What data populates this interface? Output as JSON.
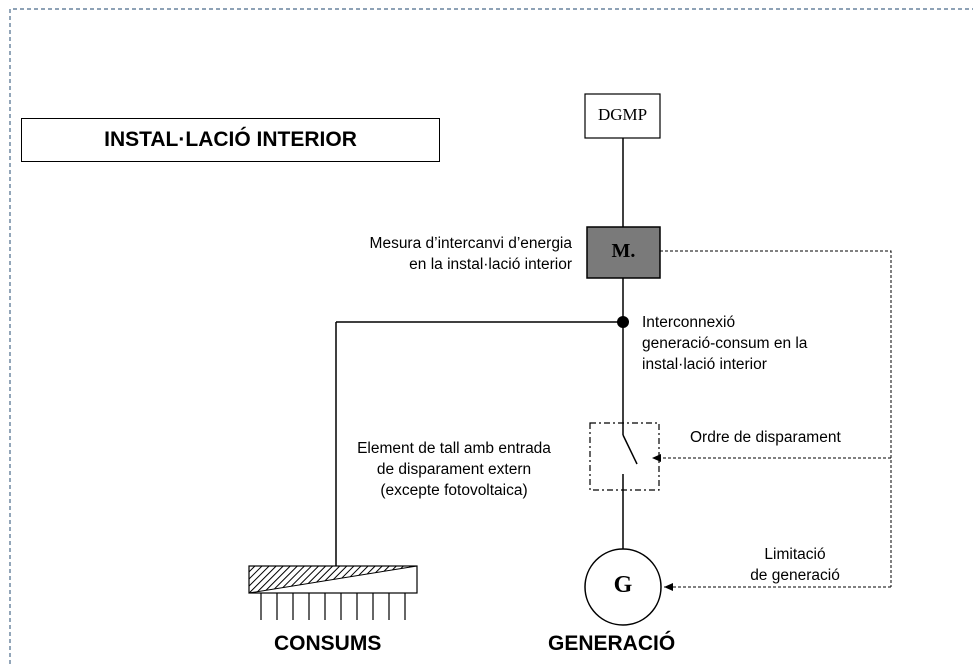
{
  "title": "INSTAL·LACIÓ INTERIOR",
  "dgmp_label": "DGMP",
  "meter_label": "M.",
  "generator_label": "G",
  "meter_caption": {
    "line1": "Mesura d’intercanvi d’energia",
    "line2": "en la instal·lació interior"
  },
  "interconnection_caption": {
    "line1": "Interconnexió",
    "line2": "generació-consum en la",
    "line3": "instal·lació interior"
  },
  "switch_caption": {
    "line1": "Element de tall amb entrada",
    "line2": "de disparament extern",
    "line3": "(excepte fotovoltaica)"
  },
  "trip_order_label": "Ordre de disparament",
  "generation_limit": {
    "line1": "Limitació",
    "line2": "de generació"
  },
  "consums_label": "CONSUMS",
  "generacio_label": "GENERACIÓ",
  "colors": {
    "meter_fill": "#7a7a7a",
    "frame_dash": "#4a6a8a",
    "line": "#000000"
  }
}
